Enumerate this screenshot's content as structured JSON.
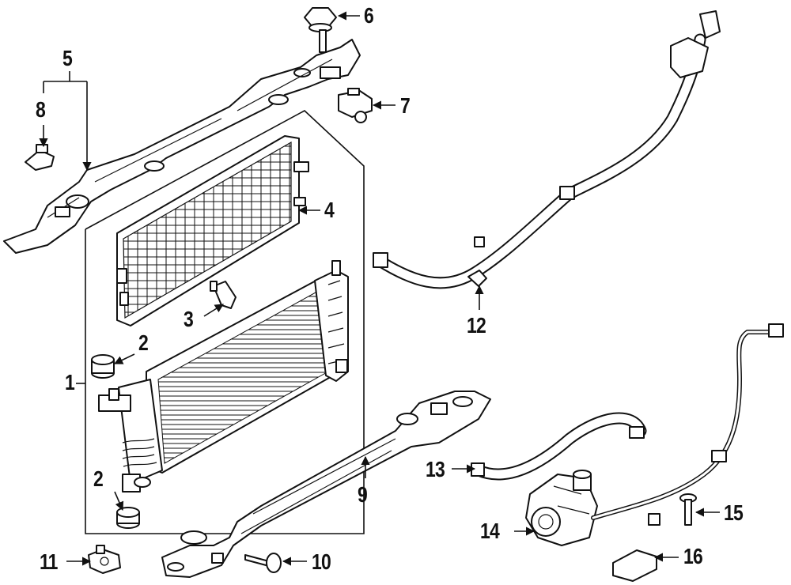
{
  "callouts": {
    "c1": "1",
    "c2a": "2",
    "c2b": "2",
    "c3": "3",
    "c4": "4",
    "c5": "5",
    "c6": "6",
    "c7": "7",
    "c8": "8",
    "c9": "9",
    "c10": "10",
    "c11": "11",
    "c12": "12",
    "c13": "13",
    "c14": "14",
    "c15": "15",
    "c16": "16"
  }
}
